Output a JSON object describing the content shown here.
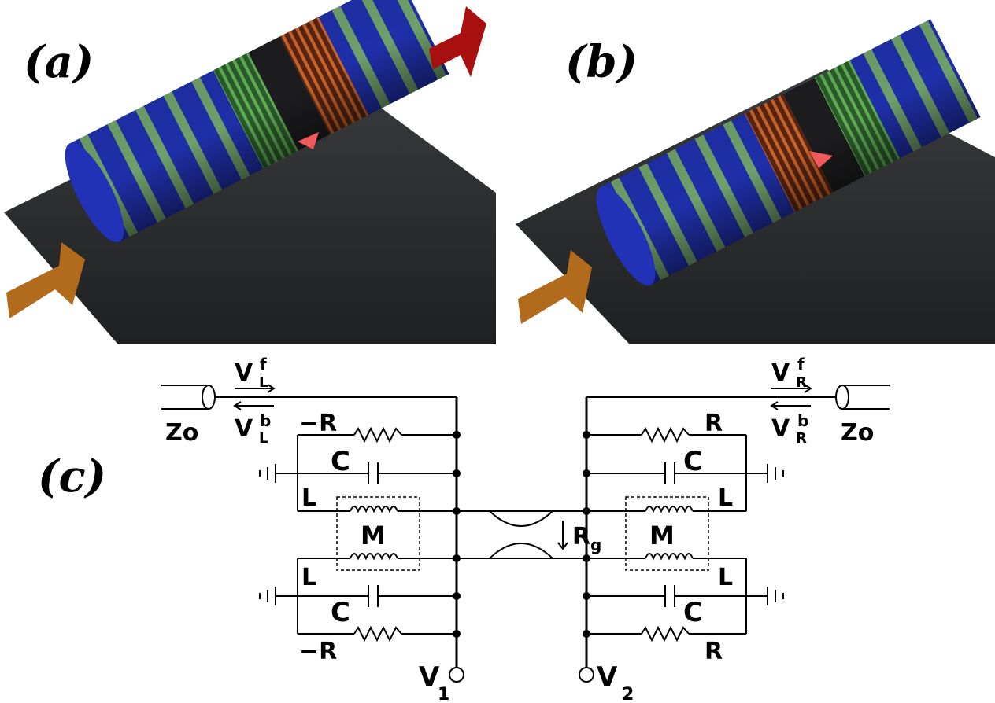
{
  "panels": {
    "a": "(a)",
    "b": "(b)",
    "c": "(c)"
  },
  "circuit": {
    "vl_f": "V",
    "vl_f_sub": "L",
    "vl_f_sup": "f",
    "vl_b": "V",
    "vl_b_sub": "L",
    "vl_b_sup": "b",
    "vr_f": "V",
    "vr_f_sub": "R",
    "vr_f_sup": "f",
    "vr_b": "V",
    "vr_b_sub": "R",
    "vr_b_sup": "b",
    "z0_left": "Zo",
    "z0_right": "Zo",
    "neg_r": "−R",
    "r": "R",
    "c": "C",
    "l": "L",
    "m": "M",
    "rg": "R",
    "rg_sub": "g",
    "v1": "V",
    "v1_sub": "1",
    "v2": "V",
    "v2_sub": "2"
  },
  "colors": {
    "cylinder_blue": "#1f2fa8",
    "cylinder_green": "#6f9f6a",
    "coil_green": "#3f8a3a",
    "coil_orange": "#b5521f",
    "plate": "#2a2c2e",
    "arrow_red": "#a80f0f",
    "arrow_orange": "#b26a1c",
    "triangle": "#f05a5a"
  }
}
